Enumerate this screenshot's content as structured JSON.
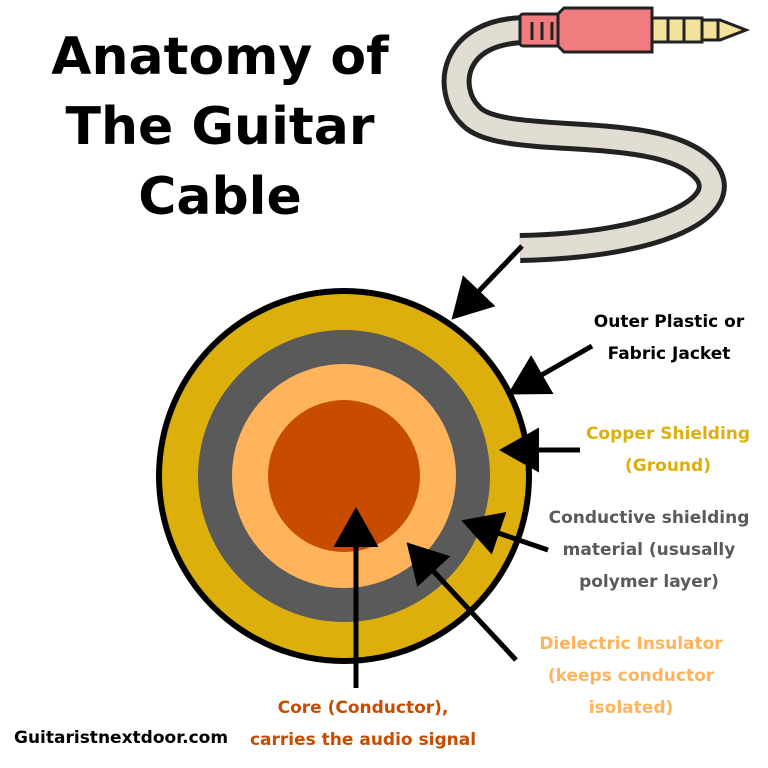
{
  "title": {
    "line1": "Anatomy of",
    "line2": "The Guitar",
    "line3": "Cable"
  },
  "layers": [
    {
      "name": "outer-jacket",
      "color": "#000000"
    },
    {
      "name": "copper-shielding",
      "color": "#DDAF0C"
    },
    {
      "name": "conductive-shielding",
      "color": "#5A5A5A"
    },
    {
      "name": "dielectric-insulator",
      "color": "#FFB35A"
    },
    {
      "name": "core",
      "color": "#C74C00"
    }
  ],
  "labels": {
    "outer_jacket": {
      "line1": "Outer Plastic or",
      "line2": "Fabric Jacket",
      "color": "#000000"
    },
    "copper_shielding": {
      "line1": "Copper Shielding",
      "line2": "(Ground)",
      "color": "#DDAF0C"
    },
    "conductive_shielding": {
      "line1": "Conductive shielding",
      "line2": "material (ususally",
      "line3": "polymer layer)",
      "color": "#5A5A5A"
    },
    "dielectric_insulator": {
      "line1": "Dielectric Insulator",
      "line2": "(keeps conductor",
      "line3": "isolated)",
      "color": "#FFB35A"
    },
    "core": {
      "line1": "Core (Conductor),",
      "line2": "carries the audio signal",
      "color": "#C74C00"
    }
  },
  "footer": "Guitaristnextdoor.com",
  "cable_colors": {
    "sleeve": "#E2DDD3",
    "jack_body": "#F07C80",
    "plug_metal": "#F2E29A"
  }
}
